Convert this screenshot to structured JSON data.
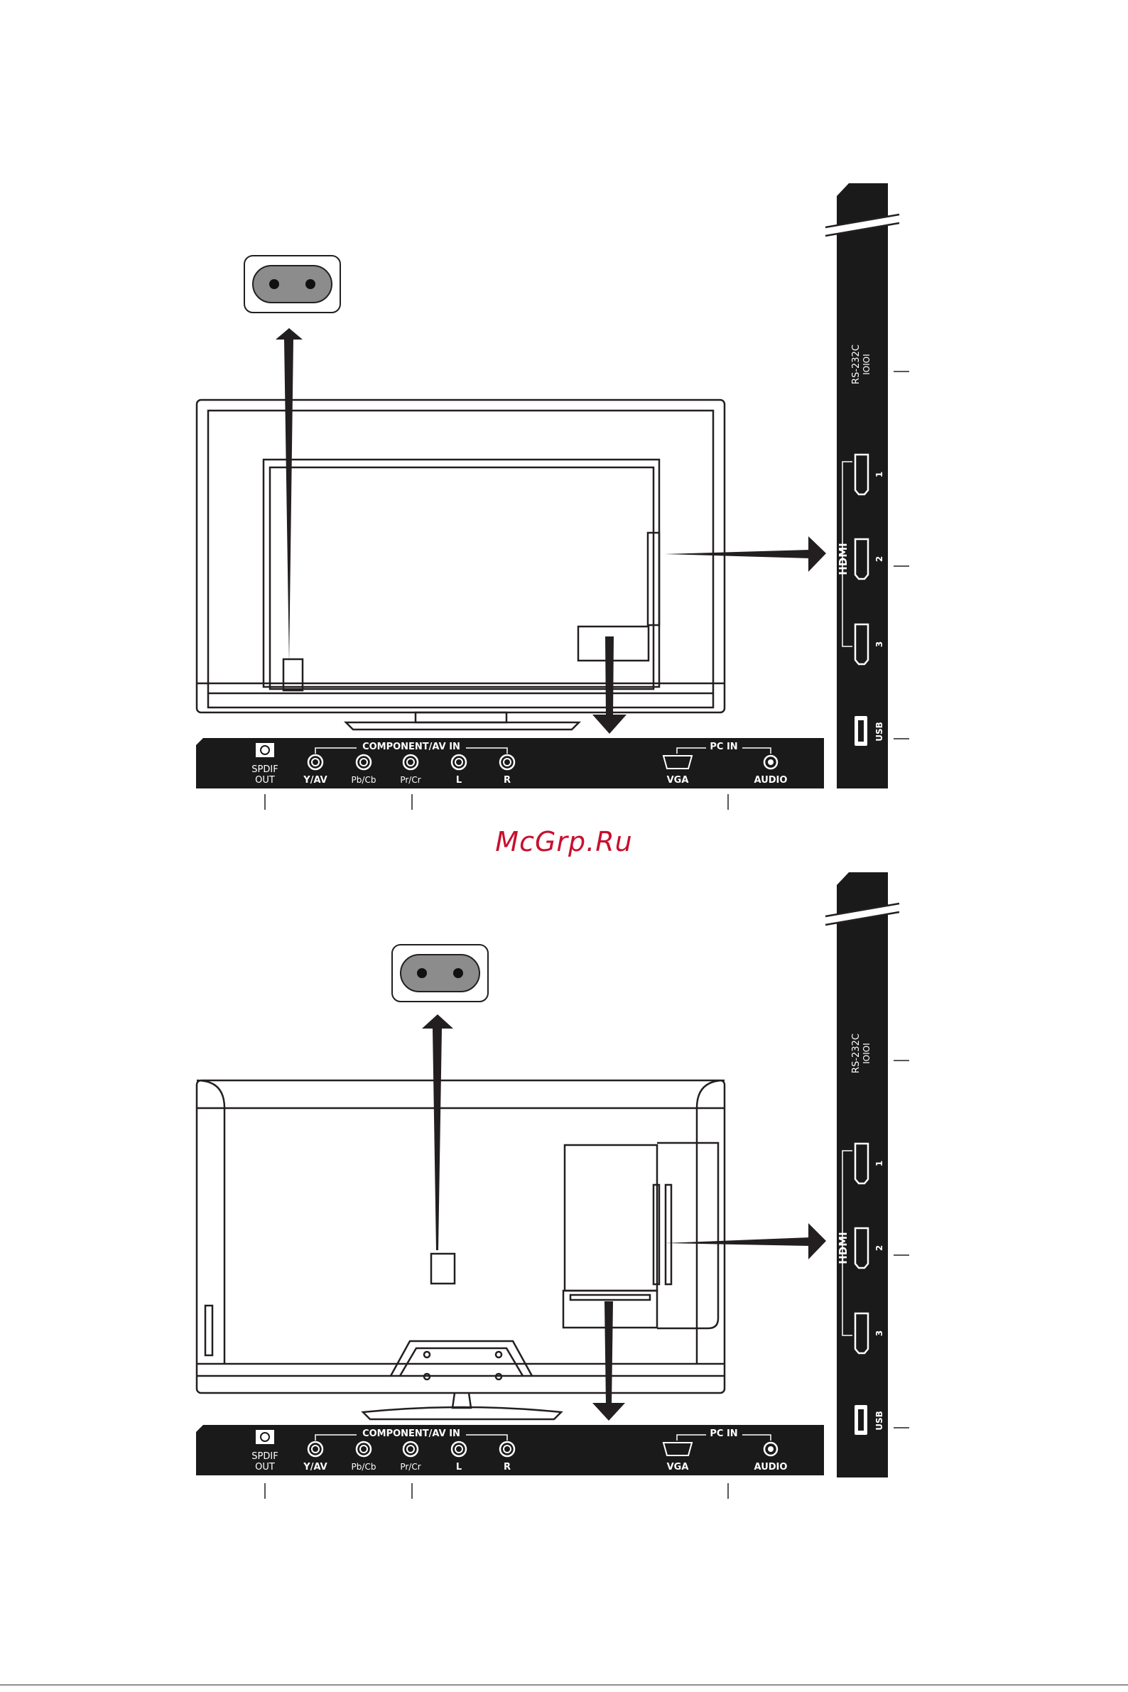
{
  "watermark": "McGrp.Ru",
  "bottom_panel": {
    "spdif_line1": "SPDIF",
    "spdif_line2": "OUT",
    "component_title": "COMPONENT/AV IN",
    "component_jacks": [
      "Y/AV",
      "Pb/Cb",
      "Pr/Cr",
      "L",
      "R"
    ],
    "pc_title": "PC IN",
    "vga": "VGA",
    "audio": "AUDIO"
  },
  "side_panel": {
    "rs232_line1": "RS-232C",
    "rs232_line2": "IOIOI",
    "hdmi_logo": "HDMI",
    "hdmi_ports": [
      "1",
      "2",
      "3"
    ],
    "usb": "USB"
  },
  "colors": {
    "panel": "#1a1a1a",
    "line": "#231f20",
    "watermark": "#c8102e"
  }
}
